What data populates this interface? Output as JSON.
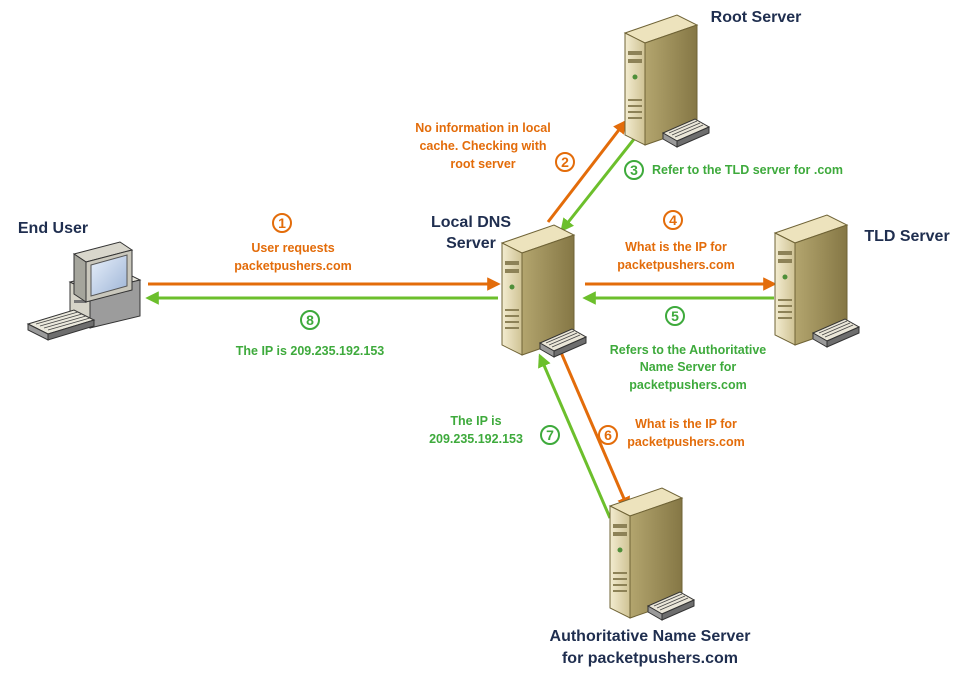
{
  "colors": {
    "request": "#e36c0a",
    "response": "#6cbf2c",
    "response_text": "#3eaa3c",
    "label": "#1f2e4f",
    "server_body": "#d8cfa8",
    "server_side": "#a89a64"
  },
  "nodes": {
    "end_user": "End User",
    "local_dns": [
      "Local DNS",
      "Server"
    ],
    "root": "Root Server",
    "tld": "TLD Server",
    "authoritative": [
      "Authoritative Name Server",
      "for packetpushers.com"
    ]
  },
  "steps": [
    {
      "number": "1",
      "color": "orange",
      "text": [
        "User requests",
        "packetpushers.com"
      ]
    },
    {
      "number": "2",
      "color": "orange",
      "text": [
        "No information in local",
        "cache.  Checking with",
        "root server"
      ]
    },
    {
      "number": "3",
      "color": "green",
      "text": [
        "Refer to the TLD server for .com"
      ]
    },
    {
      "number": "4",
      "color": "orange",
      "text": [
        "What is the IP for",
        "packetpushers.com"
      ]
    },
    {
      "number": "5",
      "color": "green",
      "text": [
        "Refers to the Authoritative",
        "Name Server for",
        "packetpushers.com"
      ]
    },
    {
      "number": "6",
      "color": "orange",
      "text": [
        "What is the IP for",
        "packetpushers.com"
      ]
    },
    {
      "number": "7",
      "color": "green",
      "text": [
        "The IP is",
        "209.235.192.153"
      ]
    },
    {
      "number": "8",
      "color": "green",
      "text": [
        "The IP is 209.235.192.153"
      ]
    }
  ]
}
